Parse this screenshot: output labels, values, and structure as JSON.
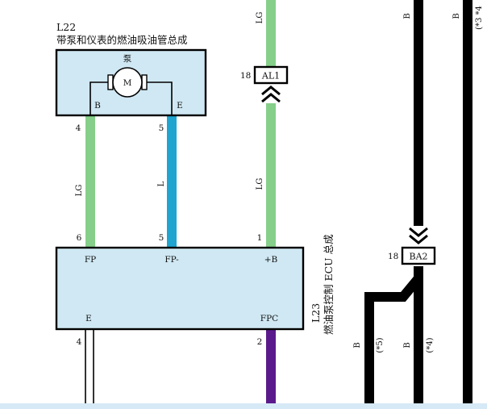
{
  "colors": {
    "lg_wire": "#86cf8a",
    "l_wire": "#1fa5d0",
    "purple_wire": "#5b1a8c",
    "black_wire": "#000000",
    "box_fill": "#cfe8f3"
  },
  "components": {
    "pump_assembly": {
      "code": "L22",
      "name": "带泵和仪表的燃油吸油管总成",
      "pump_label": "泵",
      "motor_label": "M",
      "terminal_left": "B",
      "terminal_right": "E"
    },
    "ecu": {
      "code": "L23",
      "name": "燃油泵控制 ECU 总成",
      "terminals": {
        "fp": "FP",
        "fpm": "FP-",
        "b": "+B",
        "e": "E",
        "fpc": "FPC"
      }
    }
  },
  "connectors": {
    "al1": {
      "label": "AL1",
      "pin": "18"
    },
    "ba2": {
      "label": "BA2",
      "pin": "18"
    }
  },
  "pins": {
    "pump_b": "4",
    "pump_e": "5",
    "ecu_fp": "6",
    "ecu_fpm": "5",
    "ecu_b": "1",
    "ecu_e": "4",
    "ecu_fpc": "2"
  },
  "wire_colors": {
    "lg": "LG",
    "l": "L",
    "b": "B"
  },
  "notes": {
    "n5": "(*5)",
    "n4": "(*4)",
    "n3": "(*3 *4"
  }
}
